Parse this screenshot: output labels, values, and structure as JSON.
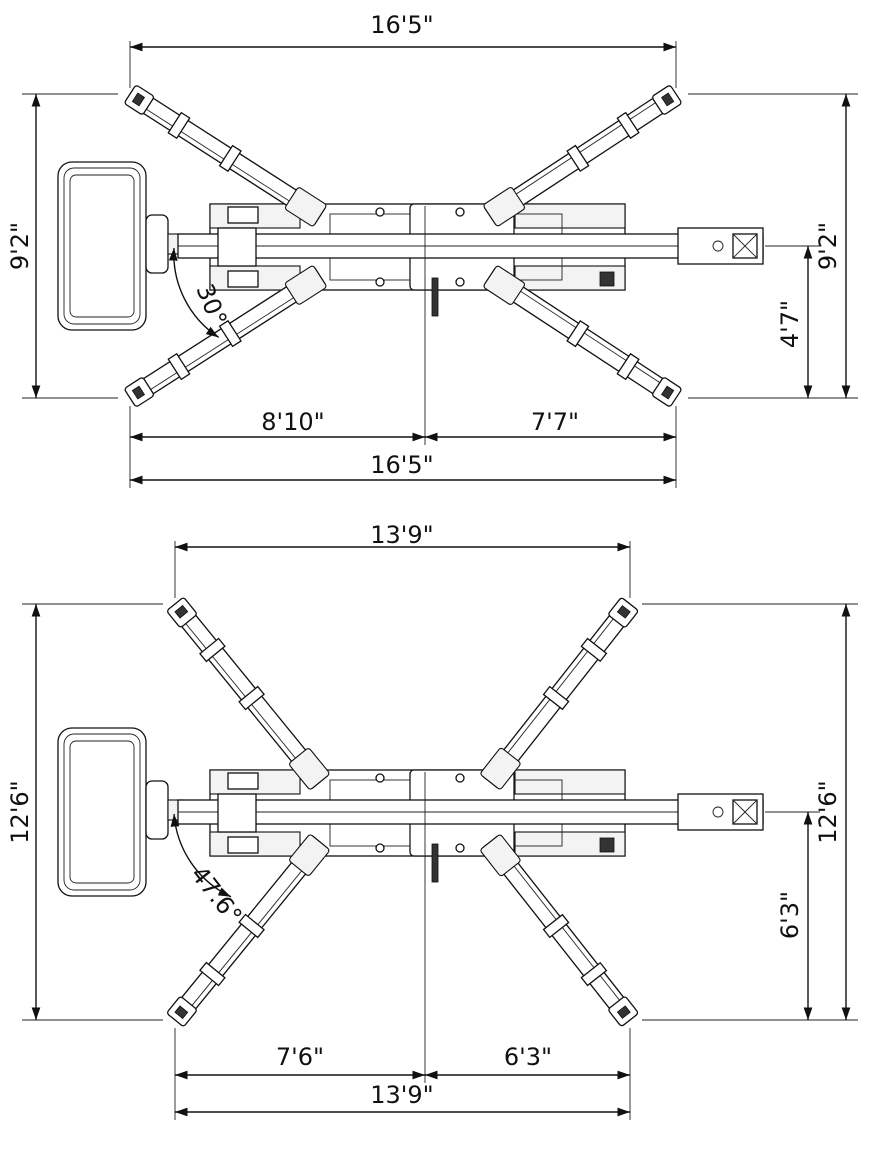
{
  "diagrams": [
    {
      "id": "config-30",
      "dims": {
        "overall_top": "16'5\"",
        "overall_bottom": "16'5\"",
        "height_left": "9'2\"",
        "height_right": "9'2\"",
        "half_height_right": "4'7\"",
        "left_span": "8'10\"",
        "right_span": "7'7\"",
        "angle": "30°"
      }
    },
    {
      "id": "config-47",
      "dims": {
        "overall_top": "13'9\"",
        "overall_bottom": "13'9\"",
        "height_left": "12'6\"",
        "height_right": "12'6\"",
        "half_height_right": "6'3\"",
        "left_span": "7'6\"",
        "right_span": "6'3\"",
        "angle": "47.6°"
      }
    }
  ],
  "colors": {
    "ink": "#111111",
    "background": "#ffffff"
  }
}
